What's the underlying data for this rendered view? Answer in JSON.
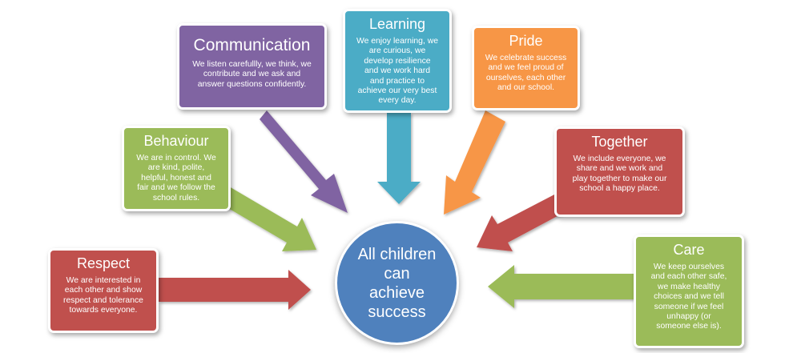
{
  "colors": {
    "respect": "#c0504d",
    "behaviour": "#9bbb59",
    "communication": "#8064a2",
    "learning": "#4bacc6",
    "pride": "#f79646",
    "together": "#c0504d",
    "care": "#9bbb59",
    "center": "#4f81bd"
  },
  "center": {
    "text": "All children\ncan\nachieve\nsuccess"
  },
  "values": {
    "respect": {
      "title": "Respect",
      "body": "We are interested in\neach other and show\nrespect and tolerance\ntowards everyone."
    },
    "behaviour": {
      "title": "Behaviour",
      "body": "We are in control. We\nare kind, polite,\nhelpful, honest and\nfair and  we follow the\nschool rules."
    },
    "communication": {
      "title": "Communication",
      "body": "We listen carefullly, we think, we\ncontribute and we ask and\nanswer questions  confidently."
    },
    "learning": {
      "title": "Learning",
      "body": "We enjoy learning, we\nare curious, we\ndevelop resilience\nand we work hard\nand practice to\nachieve our very best\nevery day."
    },
    "pride": {
      "title": "Pride",
      "body": "We celebrate success\nand we feel proud of\nourselves, each other\nand our school."
    },
    "together": {
      "title": "Together",
      "body": "We include everyone, we\nshare and we work and\nplay together to make our\nschool a happy place."
    },
    "care": {
      "title": "Care",
      "body": "We keep ourselves\nand each other safe,\nwe make healthy\nchoices and we tell\nsomeone if we feel\nunhappy (or\nsomeone else is)."
    }
  }
}
